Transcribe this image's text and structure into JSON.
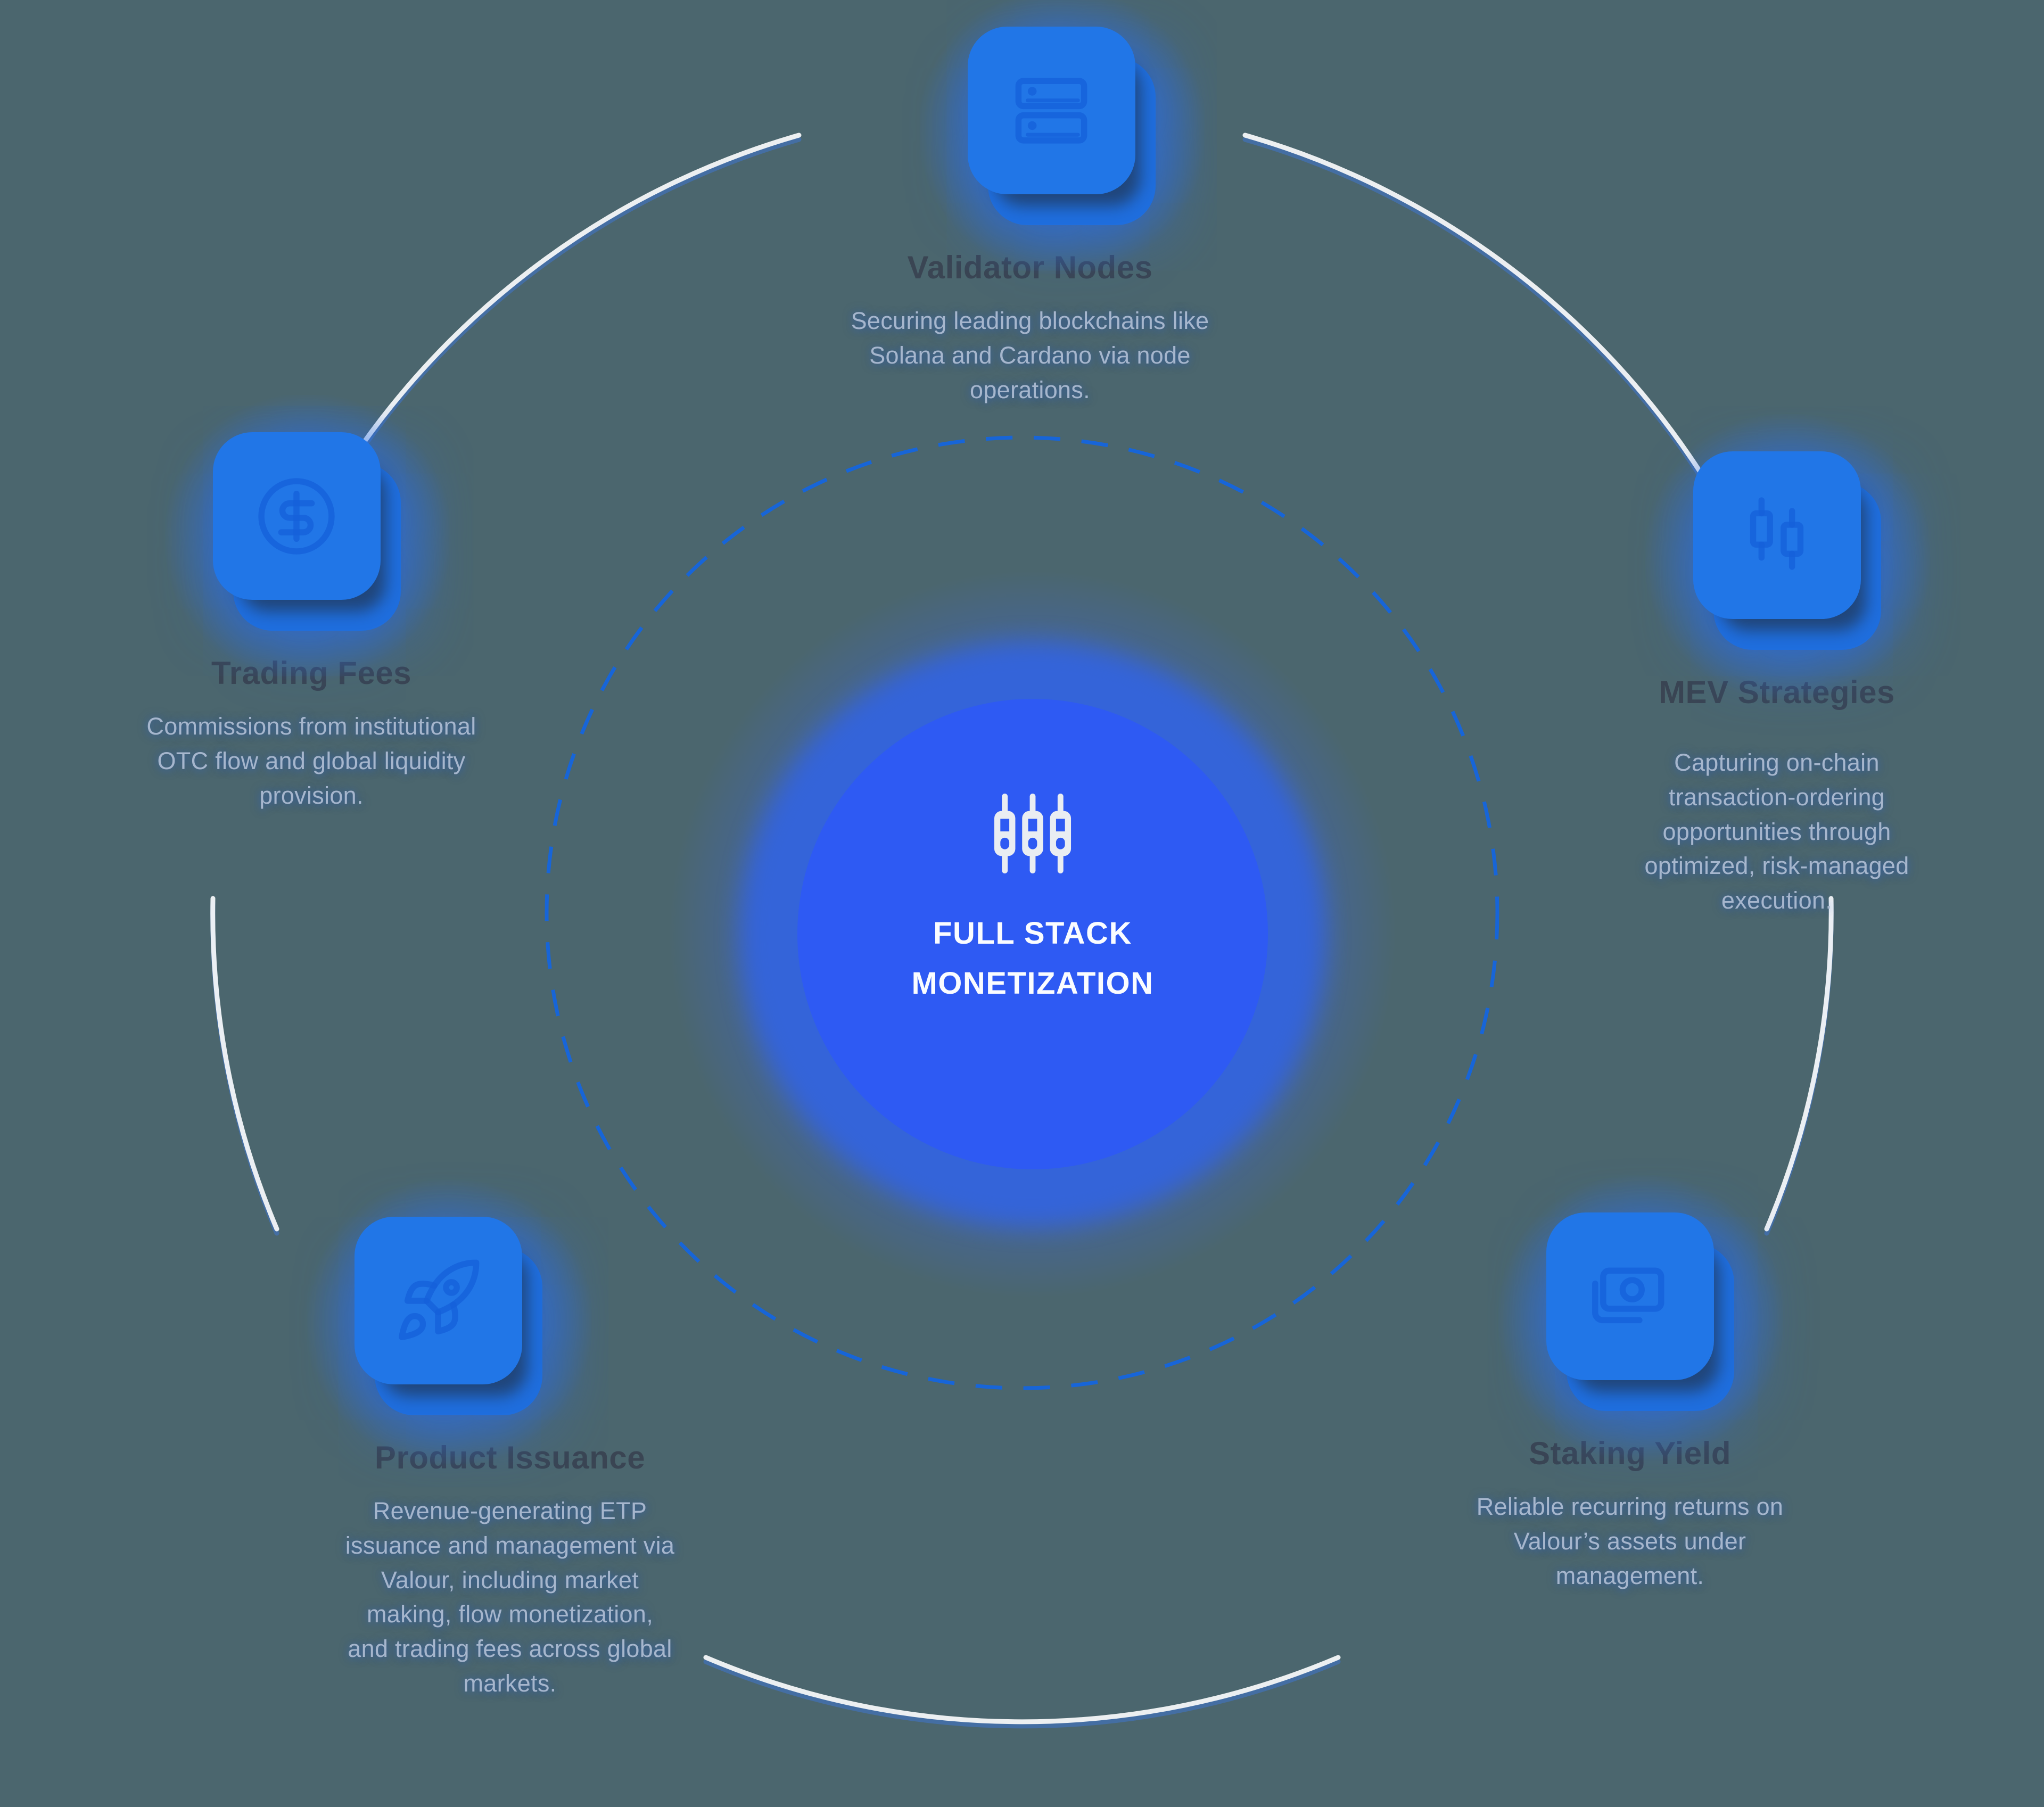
{
  "page": {
    "background_color": "#4b666e",
    "accent_blue": "#2176e7",
    "core_blue": "#2e5af3",
    "title_color": "#3a4553",
    "description_color": "#a6b6cd",
    "arc_color": "#f2f5f7",
    "dashed_circle_color": "#1765d8"
  },
  "center": {
    "icon": "sliders-icon",
    "title": "FULL STACK\nMONETIZATION"
  },
  "nodes": [
    {
      "id": "validator-nodes",
      "icon": "server-icon",
      "title": "Validator Nodes",
      "description": "Securing leading blockchains like\nSolana and Cardano via node\noperations."
    },
    {
      "id": "mev-strategies",
      "icon": "candlestick-chart-icon",
      "title": "MEV Strategies",
      "description": "Capturing on-chain\ntransaction-ordering\nopportunities through\noptimized, risk-managed\nexecution."
    },
    {
      "id": "staking-yield",
      "icon": "banknote-icon",
      "title": "Staking Yield",
      "description": "Reliable recurring returns on\nValour’s assets under\nmanagement."
    },
    {
      "id": "product-issuance",
      "icon": "rocket-icon",
      "title": "Product Issuance",
      "description": "Revenue-generating ETP\nissuance and management via\nValour, including market\nmaking, flow monetization,\nand trading fees across global\nmarkets."
    },
    {
      "id": "trading-fees",
      "icon": "dollar-circle-icon",
      "title": "Trading Fees",
      "description": "Commissions from institutional\nOTC flow and global liquidity\nprovision."
    }
  ]
}
